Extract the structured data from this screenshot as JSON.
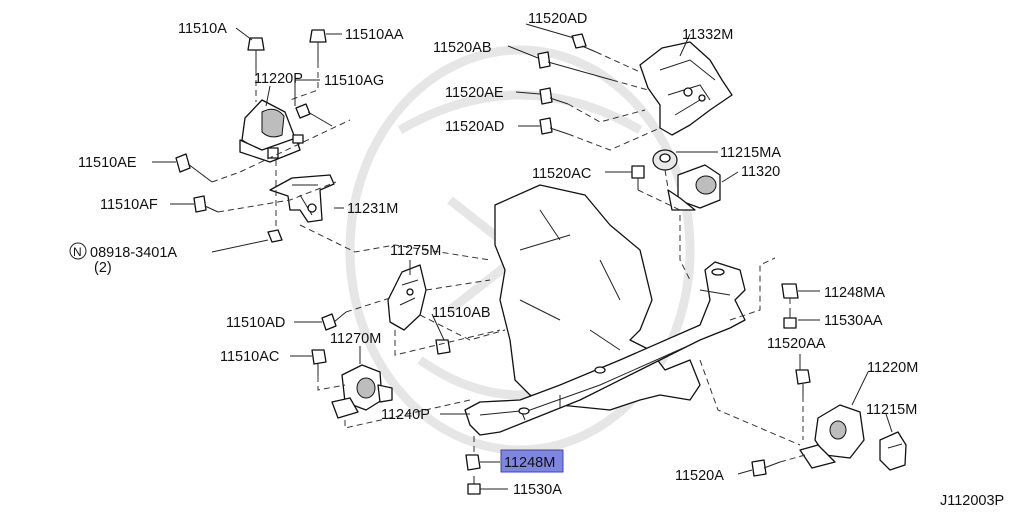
{
  "diagram_code": "J112003P",
  "highlight_color": "#7f86e0",
  "labels": {
    "p11510A": "11510A",
    "p11510AA": "11510AA",
    "p11220P": "11220P",
    "p11510AG": "11510AG",
    "p11510AE": "11510AE",
    "p11510AF": "11510AF",
    "p11231M": "11231M",
    "nut_code": "08918-3401A",
    "nut_circle": "N",
    "nut_qty": "(2)",
    "p11520AD": "11520AD",
    "p11520AB": "11520AB",
    "p11332M": "11332M",
    "p11520AE": "11520AE",
    "p11520AD2": "11520AD",
    "p11520AC": "11520AC",
    "p11215MA": "11215MA",
    "p11320": "11320",
    "p11275M": "11275M",
    "p11510AD": "11510AD",
    "p11510AB": "11510AB",
    "p11270M": "11270M",
    "p11510AC": "11510AC",
    "p11240P": "11240P",
    "p11248M": "11248M",
    "p11530A": "11530A",
    "p11248MA": "11248MA",
    "p11530AA": "11530AA",
    "p11520AA": "11520AA",
    "p11220M": "11220M",
    "p11215M": "11215M",
    "p11520A": "11520A"
  }
}
